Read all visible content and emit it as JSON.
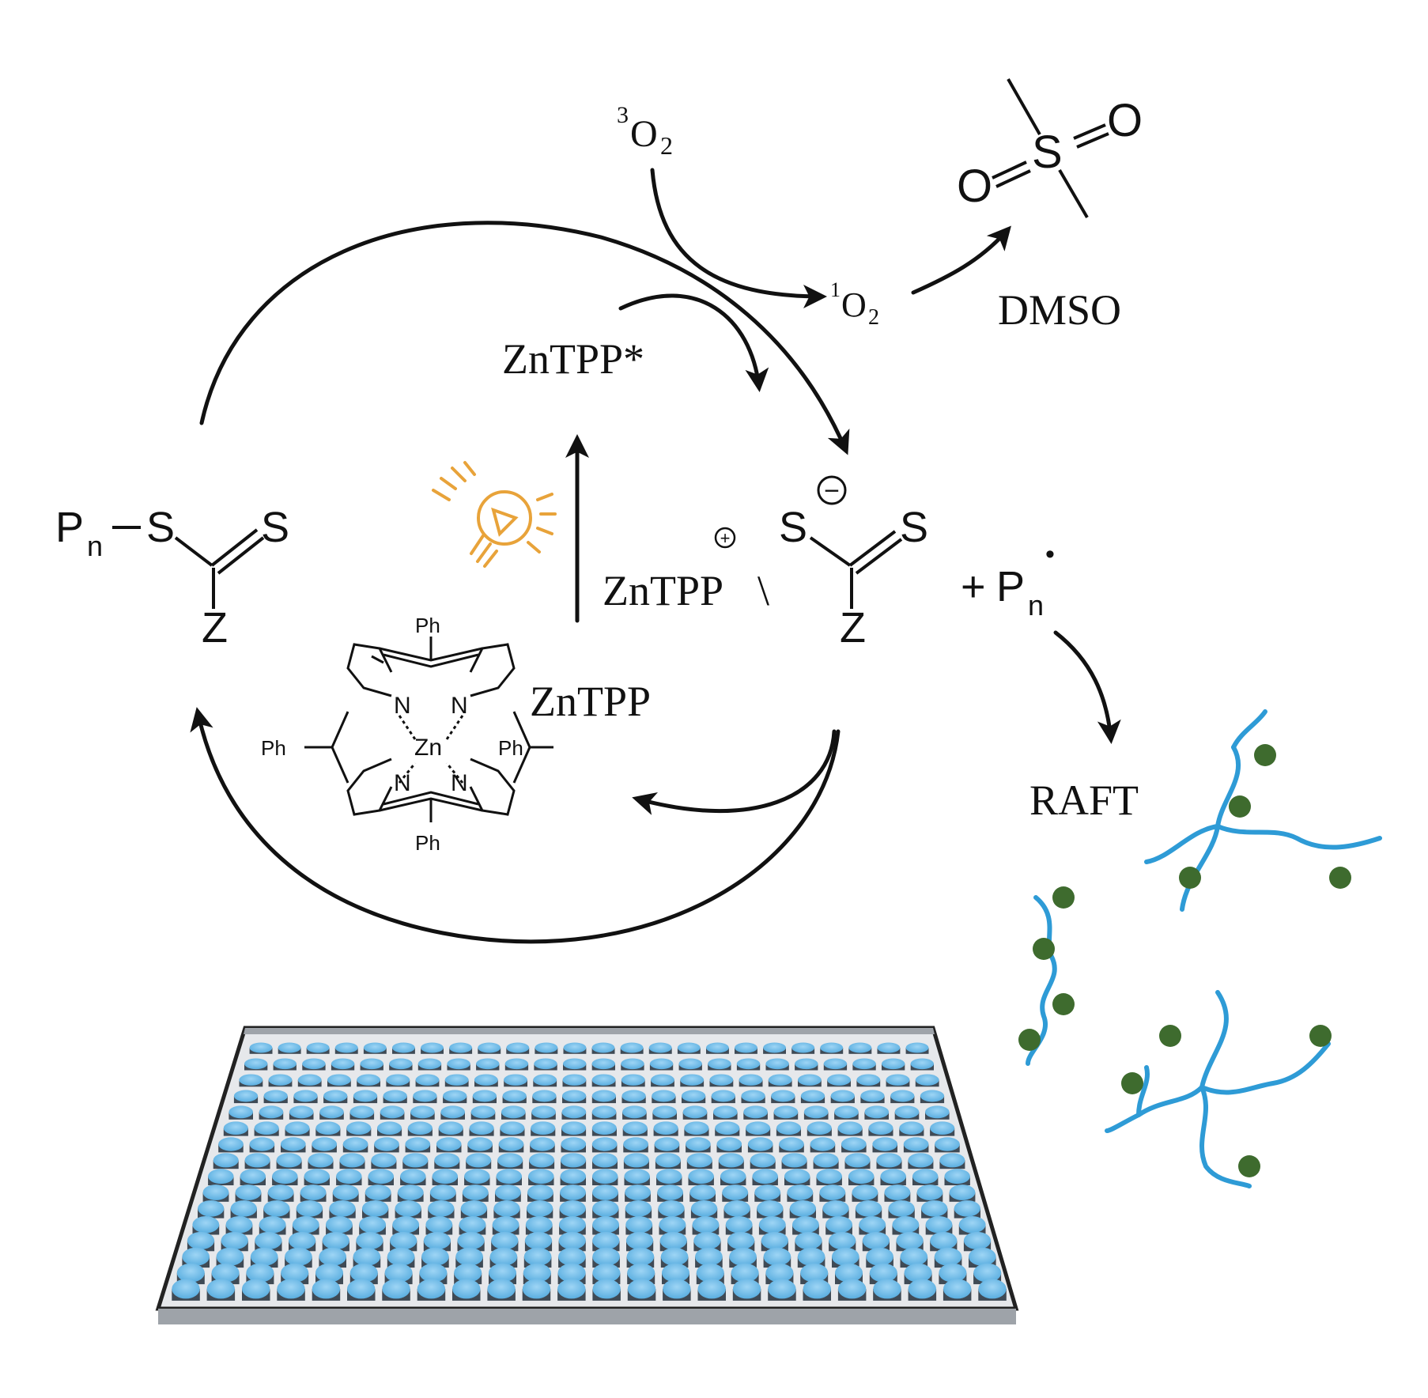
{
  "species": {
    "triplet_o2": {
      "sup": "3",
      "main": "O",
      "sub": "2"
    },
    "singlet_o2": {
      "sup": "1",
      "main": "O",
      "sub": "2"
    },
    "dmso_label": "DMSO",
    "dmso_atoms": {
      "o_left": "O",
      "s": "S",
      "o_right": "O"
    },
    "znTPP_excited": "ZnTPP*",
    "znTPP_cation_label": "ZnTPP",
    "znTPP_cation_suffix": "\\",
    "charge_plus": "+",
    "znTPP": "ZnTPP",
    "raft_label": "RAFT",
    "plus_radical": {
      "plus": "+",
      "main": "P",
      "sub": "n",
      "dot": "•"
    }
  },
  "raft_agent": {
    "p": "P",
    "n": "n",
    "s1": "S",
    "s2": "S",
    "z": "Z"
  },
  "anion": {
    "s1": "S",
    "minus": "−",
    "s2": "S",
    "z": "Z"
  },
  "porphyrin": {
    "ph": "Ph",
    "n": "N",
    "zn": "Zn"
  },
  "colors": {
    "ink": "#111111",
    "bulb": "#E8A33A",
    "polymer_chain": "#2E9BD6",
    "polymer_end": "#3E6B2E",
    "well": "#7EC3EC",
    "well_shadow": "#3F4A55",
    "plate": "#C9CDD2"
  },
  "icons": [
    "light-bulb-icon"
  ]
}
